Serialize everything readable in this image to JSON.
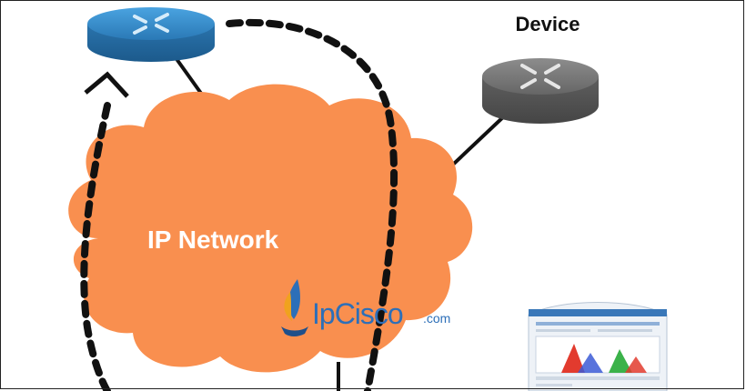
{
  "diagram": {
    "cloud_label": "IP Network",
    "device_label": "Device",
    "device_label_cropped_above": "",
    "brand": {
      "name": "IpCisco",
      "suffix": ".com"
    },
    "colors": {
      "cloud": "#f98f4f",
      "router_blue": "#2e84c0",
      "router_gray": "#6f6f6f",
      "flow_line": "#111111"
    },
    "icons": [
      "router-blue-icon",
      "router-gray-icon",
      "ipcisco-logo-icon",
      "dashboard-screenshot-icon"
    ]
  }
}
